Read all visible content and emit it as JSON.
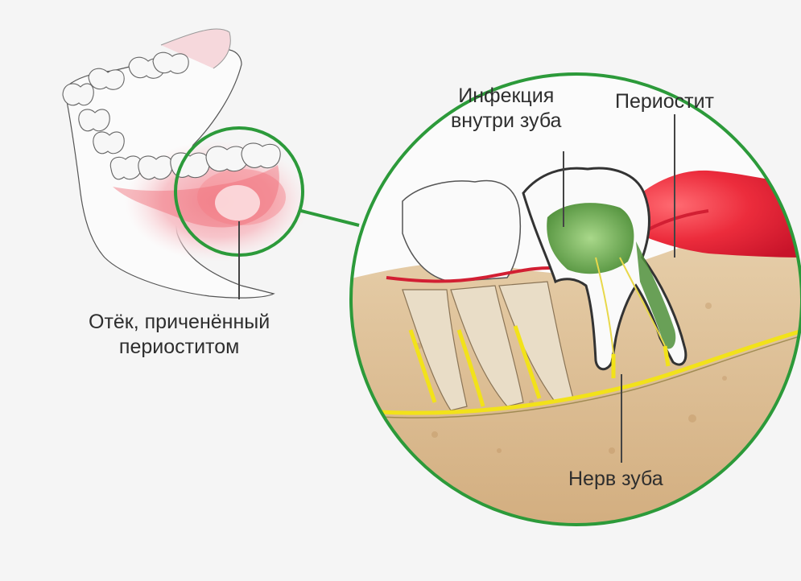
{
  "labels": {
    "infection": [
      "Инфекция",
      "внутри зуба"
    ],
    "periostitis": "Периостит",
    "swelling": [
      "Отёк, приченённый",
      "периоститом"
    ],
    "nerve": "Нерв зуба"
  },
  "colors": {
    "background": "#f5f5f5",
    "circle_outline": "#2c9a3a",
    "gum_red": "#e8283a",
    "bone": "#d9b98f",
    "nerve_yellow": "#f2e21a",
    "infection_green": "#6fb04e",
    "tooth_white": "#fafafa"
  }
}
